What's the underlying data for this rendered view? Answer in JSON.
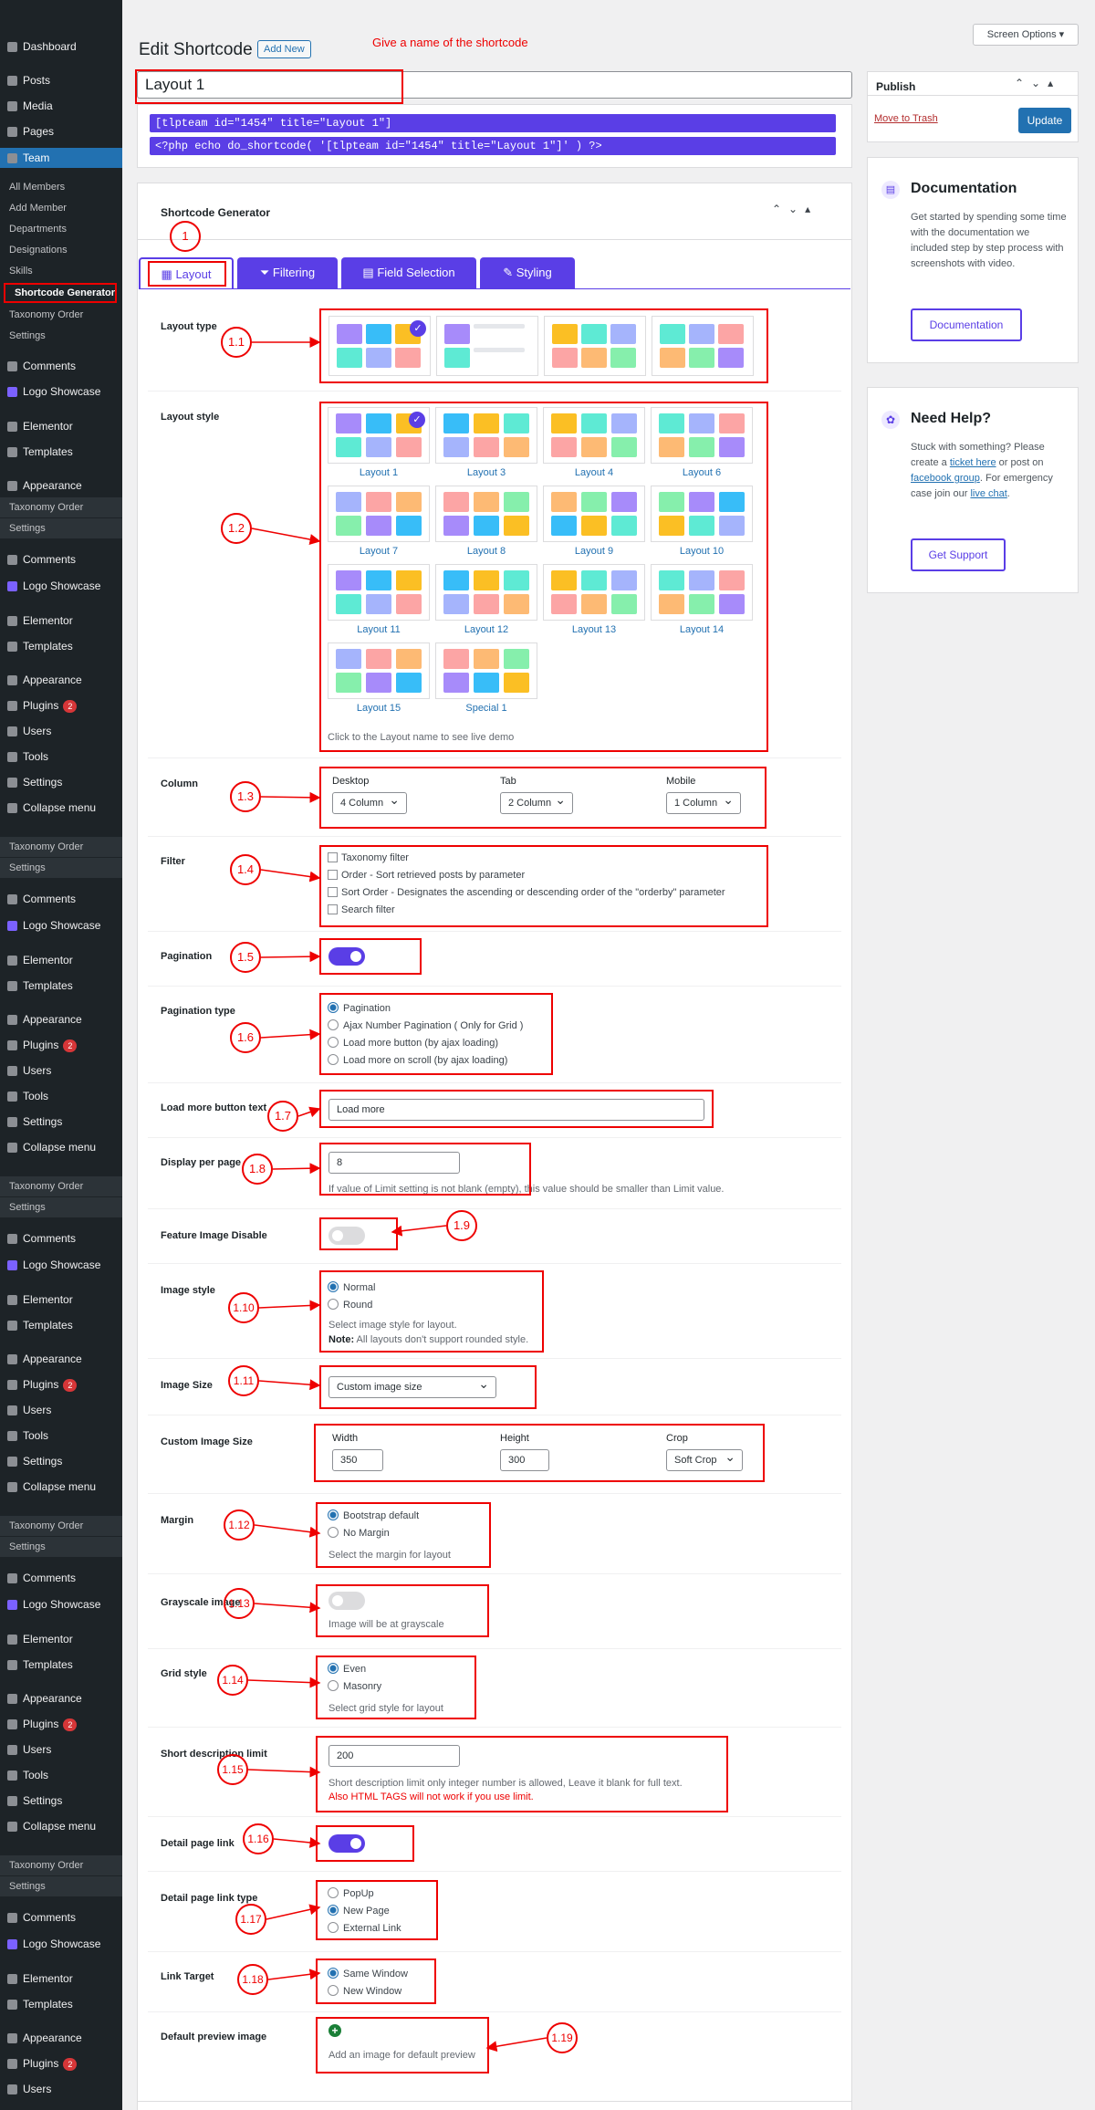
{
  "sidebar": {
    "dashboard": "Dashboard",
    "posts": "Posts",
    "media": "Media",
    "pages": "Pages",
    "team": "Team",
    "team_sub": [
      "All Members",
      "Add Member",
      "Departments",
      "Designations",
      "Skills",
      "Shortcode Generator",
      "Taxonomy Order",
      "Settings"
    ],
    "comments": "Comments",
    "logo_showcase": "Logo Showcase",
    "elementor": "Elementor",
    "templates": "Templates",
    "appearance": "Appearance",
    "taxonomy_order": "Taxonomy Order",
    "settings": "Settings",
    "plugins": "Plugins",
    "plugins_badge": "2",
    "users": "Users",
    "tools": "Tools",
    "collapse": "Collapse menu"
  },
  "header": {
    "title": "Edit Shortcode",
    "add_new": "Add New",
    "annotation": "Give a name of the shortcode",
    "screen_options": "Screen Options"
  },
  "shortcode": {
    "name": "Layout 1",
    "code1": "[tlpteam id=\"1454\" title=\"Layout 1\"]",
    "code2": "<?php echo do_shortcode( '[tlpteam id=\"1454\" title=\"Layout 1\"]' ) ?>"
  },
  "publish": {
    "title": "Publish",
    "trash": "Move to Trash",
    "update": "Update"
  },
  "documentation": {
    "title": "Documentation",
    "text": "Get started by spending some time with the documentation we included step by step process with screenshots with video.",
    "button": "Documentation"
  },
  "help": {
    "title": "Need Help?",
    "t1": "Stuck with something? Please create a ",
    "l1": "ticket here",
    "t2": " or post on ",
    "l2": "facebook group",
    "t3": ". For emergency case join our ",
    "l3": "live chat",
    "t4": ".",
    "button": "Get Support"
  },
  "generator": {
    "title": "Shortcode Generator",
    "tabs": [
      "Layout",
      "Filtering",
      "Field Selection",
      "Styling"
    ]
  },
  "fields": {
    "layout_type": "Layout type",
    "layout_style": "Layout style",
    "layouts": [
      "Layout 1",
      "Layout 3",
      "Layout 4",
      "Layout 6",
      "Layout 7",
      "Layout 8",
      "Layout 9",
      "Layout 10",
      "Layout 11",
      "Layout 12",
      "Layout 13",
      "Layout 14",
      "Layout 15",
      "Special 1"
    ],
    "layout_hint": "Click to the Layout name to see live demo",
    "column": "Column",
    "col_desktop": "Desktop",
    "col_tab": "Tab",
    "col_mobile": "Mobile",
    "col_desktop_val": "4 Column",
    "col_tab_val": "2 Column",
    "col_mobile_val": "1 Column",
    "filter": "Filter",
    "filter_opts": [
      "Taxonomy filter",
      "Order - Sort retrieved posts by parameter",
      "Sort Order - Designates the ascending or descending order of the \"orderby\" parameter",
      "Search filter"
    ],
    "pagination": "Pagination",
    "pagination_type": "Pagination type",
    "pagination_opts": [
      "Pagination",
      "Ajax Number Pagination ( Only for Grid )",
      "Load more button (by ajax loading)",
      "Load more on scroll (by ajax loading)"
    ],
    "load_more": "Load more button text",
    "load_more_val": "Load more",
    "per_page": "Display per page",
    "per_page_val": "8",
    "per_page_help": "If value of Limit setting is not blank (empty), this value should be smaller than Limit value.",
    "feature_img": "Feature Image Disable",
    "img_style": "Image style",
    "img_style_opts": [
      "Normal",
      "Round"
    ],
    "img_style_help": "Select image style for layout.",
    "img_style_note_b": "Note:",
    "img_style_note": " All layouts don't support rounded style.",
    "img_size": "Image Size",
    "img_size_val": "Custom image size",
    "custom_size": "Custom Image Size",
    "w": "Width",
    "h": "Height",
    "crop": "Crop",
    "w_val": "350",
    "h_val": "300",
    "crop_val": "Soft Crop",
    "margin": "Margin",
    "margin_opts": [
      "Bootstrap default",
      "No Margin"
    ],
    "margin_help": "Select the margin for layout",
    "grayscale": "Grayscale image",
    "grayscale_help": "Image will be at grayscale",
    "grid": "Grid style",
    "grid_opts": [
      "Even",
      "Masonry"
    ],
    "grid_help": "Select grid style for layout",
    "short_desc": "Short description limit",
    "short_desc_val": "200",
    "short_desc_help": "Short description limit only integer number is allowed, Leave it blank for full text.",
    "short_desc_warn": "Also HTML TAGS will not work if you use limit.",
    "detail_link": "Detail page link",
    "detail_type": "Detail page link type",
    "detail_opts": [
      "PopUp",
      "New Page",
      "External Link"
    ],
    "link_target": "Link Target",
    "link_opts": [
      "Same Window",
      "New Window"
    ],
    "preview": "Default preview image",
    "preview_help": "Add an image for default preview"
  },
  "annotations": [
    "1",
    "1.1",
    "1.2",
    "1.3",
    "1.4",
    "1.5",
    "1.6",
    "1.7",
    "1.8",
    "1.9",
    "1.10",
    "1.11",
    "1.12",
    "1.13",
    "1.14",
    "1.15",
    "1.16",
    "1.17",
    "1.18",
    "1.19"
  ],
  "colors": {
    "accent": "#5a3ee6",
    "wp_blue": "#2271b1",
    "annotation_red": "#e00",
    "sidebar": "#1d2327"
  }
}
